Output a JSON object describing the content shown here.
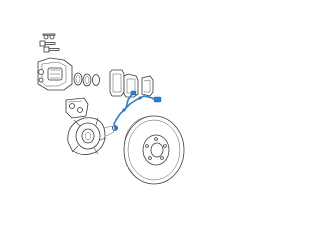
{
  "colors": {
    "outline": "#3a3a3a",
    "highlight": "#2f7fd1",
    "background": "#ffffff"
  },
  "parts": [
    {
      "name": "caliper-bolts"
    },
    {
      "name": "brake-caliper"
    },
    {
      "name": "seal-rings"
    },
    {
      "name": "brake-pads"
    },
    {
      "name": "caliper-bracket"
    },
    {
      "name": "wheel-hub-bearing"
    },
    {
      "name": "abs-wheel-speed-sensor",
      "highlighted": true
    },
    {
      "name": "brake-rotor"
    }
  ]
}
